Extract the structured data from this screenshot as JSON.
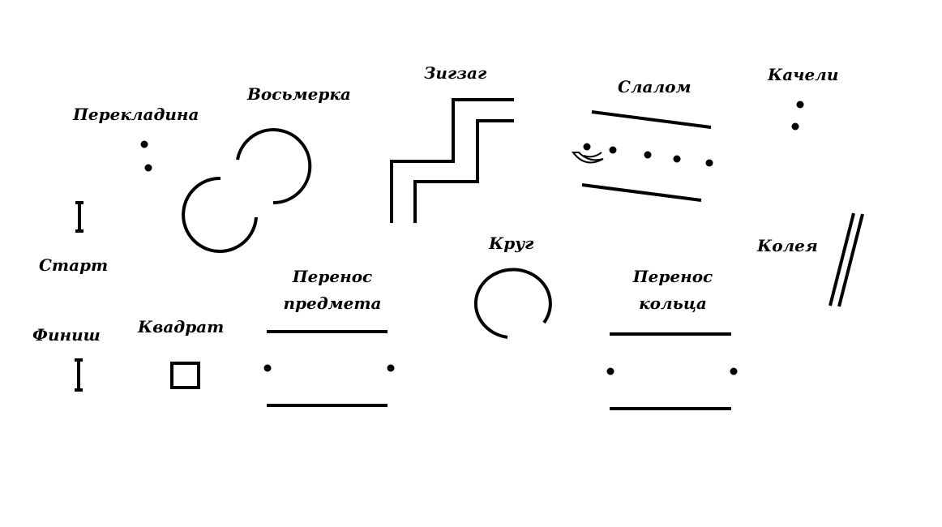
{
  "labels": {
    "perekladina": "Перекладина",
    "vosmerka": "Восьмерка",
    "zigzag": "Зигзаг",
    "slalom": "Слалом",
    "kacheli": "Качели",
    "start": "Старт",
    "finish": "Финиш",
    "kvadrat": "Квадрат",
    "perenos_predmeta_1": "Перенос",
    "perenos_predmeta_2": "предмета",
    "krug": "Круг",
    "perenos_kolca_1": "Перенос",
    "perenos_kolca_2": "кольца",
    "koleya": "Колея"
  },
  "colors": {
    "ink": "#000000",
    "background": "#ffffff"
  }
}
